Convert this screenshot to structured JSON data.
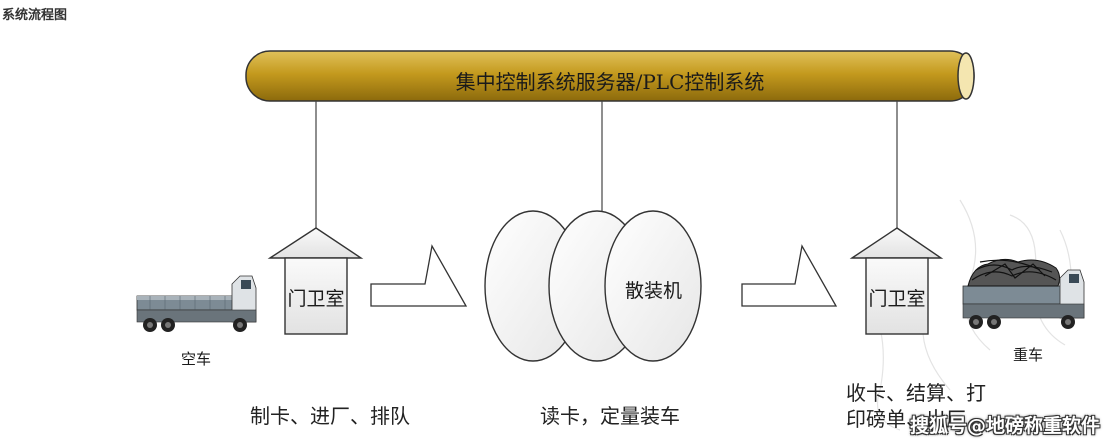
{
  "header": {
    "title": "系统流程图"
  },
  "control_bus": {
    "label": "集中控制系统服务器/PLC控制系统",
    "color": "#c49a1e"
  },
  "gates": [
    {
      "label": "门卫室"
    },
    {
      "label": "门卫室"
    }
  ],
  "loader": {
    "label": "散装机"
  },
  "trucks": {
    "empty": {
      "label": "空车"
    },
    "loaded": {
      "label": "重车"
    }
  },
  "steps": [
    {
      "label": "制卡、进厂、排队"
    },
    {
      "label": "读卡，定量装车"
    },
    {
      "label": "收卡、结算、打印磅单、出厂"
    }
  ],
  "watermark": {
    "text": "搜狐号@地磅称重软件"
  }
}
